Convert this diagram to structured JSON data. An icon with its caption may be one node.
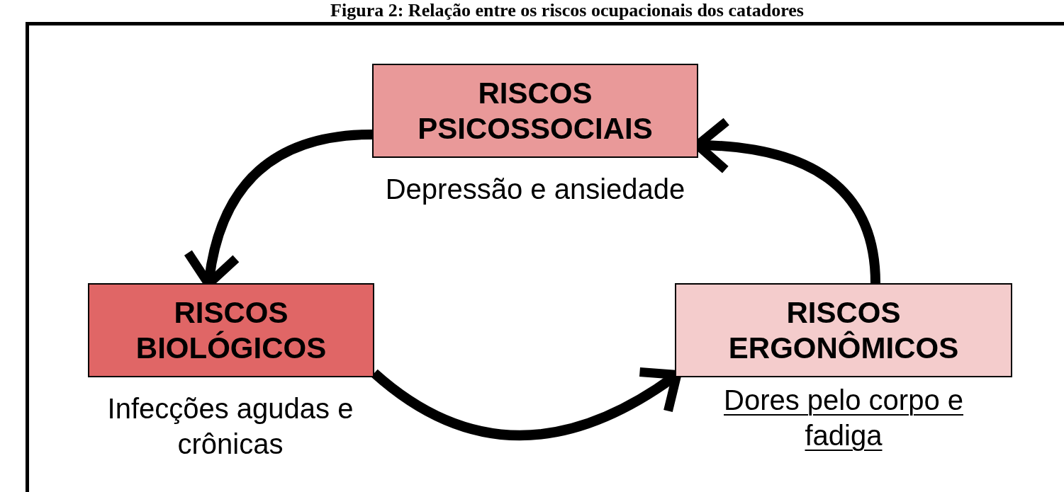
{
  "diagram": {
    "title": "Figura 2: Relação entre os riscos ocupacionais dos catadores",
    "nodes": [
      {
        "text": [
          "RISCOS PSICOSSOCIAIS"
        ],
        "beside": [
          "Depressão e ansiedade"
        ]
      },
      {
        "text": [
          "RISCOS BIOLÓGICOS"
        ],
        "beside": [
          "Infecções agudas e crônicas"
        ]
      },
      {
        "text": [
          "RISCOS ERGONÔMICOS"
        ],
        "beside": [
          "Dores pelo corpo e fadiga"
        ]
      }
    ],
    "edges": [
      {
        "from": 0,
        "to": 1,
        "arrow": "to"
      },
      {
        "from": 1,
        "to": 2,
        "arrow": "to"
      },
      {
        "from": 2,
        "to": 0,
        "arrow": "to"
      }
    ]
  }
}
